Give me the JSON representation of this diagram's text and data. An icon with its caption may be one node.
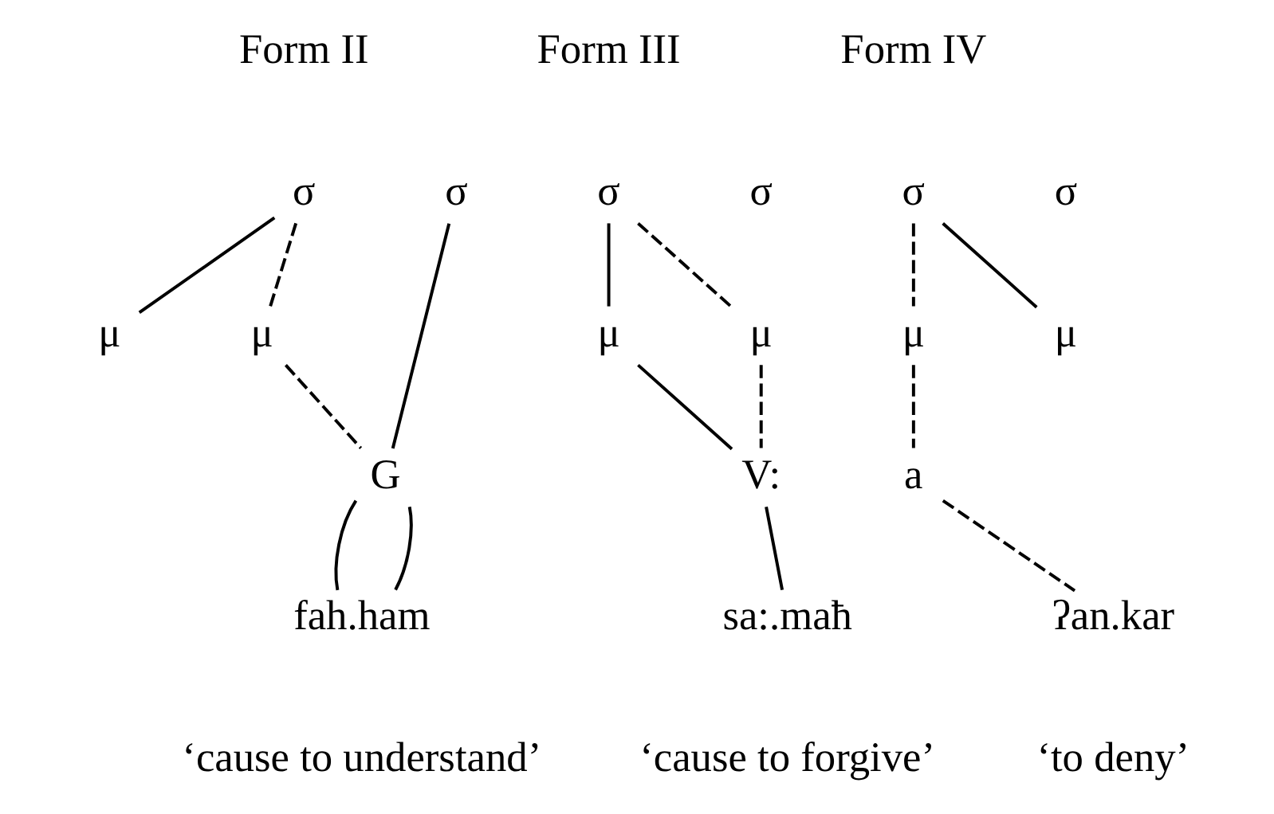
{
  "diagram": {
    "nodes": [
      {
        "text": [
          "σ"
        ]
      },
      {
        "text": [
          "σ"
        ]
      },
      {
        "text": [
          "μ"
        ]
      },
      {
        "text": [
          "μ"
        ]
      },
      {
        "text": [
          "G"
        ]
      },
      {
        "text": [
          "fah.ham"
        ]
      },
      {
        "text": [
          "σ"
        ]
      },
      {
        "text": [
          "σ"
        ]
      },
      {
        "text": [
          "μ"
        ]
      },
      {
        "text": [
          "μ"
        ]
      },
      {
        "text": [
          "V:"
        ]
      },
      {
        "text": [
          "sa:.maħ"
        ]
      },
      {
        "text": [
          "σ"
        ]
      },
      {
        "text": [
          "σ"
        ]
      },
      {
        "text": [
          "μ"
        ]
      },
      {
        "text": [
          "μ"
        ]
      },
      {
        "text": [
          "a"
        ]
      },
      {
        "text": [
          "ʔan.kar"
        ]
      }
    ],
    "edges": [
      {
        "from": 0,
        "to": 2,
        "arrow": "none"
      },
      {
        "from": 0,
        "to": 3,
        "arrow": "none",
        "style": "dashed"
      },
      {
        "from": 3,
        "to": 4,
        "arrow": "none",
        "style": "dashed"
      },
      {
        "from": 1,
        "to": 4,
        "arrow": "none"
      },
      {
        "from": 4,
        "to": 5,
        "arrow": "none"
      },
      {
        "from": 4,
        "to": 5,
        "arrow": "none"
      },
      {
        "from": 6,
        "to": 8,
        "arrow": "none"
      },
      {
        "from": 6,
        "to": 9,
        "arrow": "none",
        "style": "dashed"
      },
      {
        "from": 8,
        "to": 10,
        "arrow": "none"
      },
      {
        "from": 9,
        "to": 10,
        "arrow": "none",
        "style": "dashed"
      },
      {
        "from": 10,
        "to": 11,
        "arrow": "none"
      },
      {
        "from": 12,
        "to": 14,
        "arrow": "none",
        "style": "dashed"
      },
      {
        "from": 12,
        "to": 15,
        "arrow": "none"
      },
      {
        "from": 14,
        "to": 16,
        "arrow": "none",
        "style": "dashed"
      },
      {
        "from": 16,
        "to": 17,
        "arrow": "none",
        "style": "dashed"
      }
    ],
    "labels": [
      "Form II",
      "Form III",
      "Form IV",
      "‘cause to understand’",
      "‘cause to forgive’",
      "‘to deny’"
    ]
  }
}
